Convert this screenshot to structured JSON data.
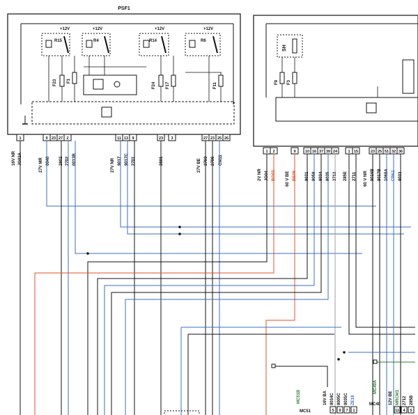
{
  "colors": {
    "black": "#111111",
    "blue": "#3a6fc4",
    "orange": "#e0522a",
    "green": "#2e7d32",
    "grey": "#9aa0a6"
  },
  "psf1": {
    "title": "PSF1",
    "relays": [
      {
        "voltage": "+12V",
        "name": "R15"
      },
      {
        "voltage": "+12V",
        "name": "R4"
      },
      {
        "voltage": "+12V",
        "name": "R14"
      },
      {
        "voltage": "+12V",
        "name": "R6"
      }
    ],
    "fuses": [
      "F23",
      "F1",
      "F24",
      "F17",
      "F11"
    ],
    "pins": [
      "1",
      "9",
      "23",
      "27",
      "2",
      "11",
      "13",
      "9",
      "23",
      "3",
      "27",
      "23",
      "25",
      "26"
    ],
    "connectors": [
      "16V NR",
      "27V MR",
      "27V NR",
      "27V BE"
    ],
    "wires": [
      "JG02A",
      "0040",
      "2802",
      "2702",
      "0013B",
      "9017",
      "9017C",
      "2701",
      "2801",
      "2703",
      "2706",
      "CM11"
    ]
  },
  "right_box": {
    "module": "SH",
    "fuses": [
      "F9",
      "F3"
    ],
    "pins": [
      "1",
      "2",
      "9",
      "10",
      "16",
      "37",
      "39",
      "24",
      "1",
      "15",
      "23",
      "25",
      "51",
      "32",
      "36"
    ],
    "connectors": [
      "2V NR",
      "60 V BE",
      "60 V NR"
    ],
    "wires": [
      "JG04",
      "BG02",
      "BE09",
      "9031",
      "9059",
      "9034",
      "9035",
      "2712",
      "285E",
      "2711",
      "9016B",
      "9017B",
      "1068A",
      "CPA1",
      "9033"
    ]
  },
  "bottom": {
    "mc51": {
      "name": "MC51",
      "tag": "MC51B",
      "connector": "16V BA",
      "wires": [
        "9034C",
        "9005C",
        "9035C",
        "ZE19"
      ],
      "pins": [
        "5",
        "9",
        "7",
        "1"
      ]
    },
    "mc40": {
      "name": "MC40",
      "tag": "MC40A"
    },
    "right": {
      "connector": "12V BE",
      "wires": [
        "MRCM3",
        "2712",
        "285B"
      ],
      "pins": [
        "11",
        "4",
        "5"
      ]
    }
  }
}
